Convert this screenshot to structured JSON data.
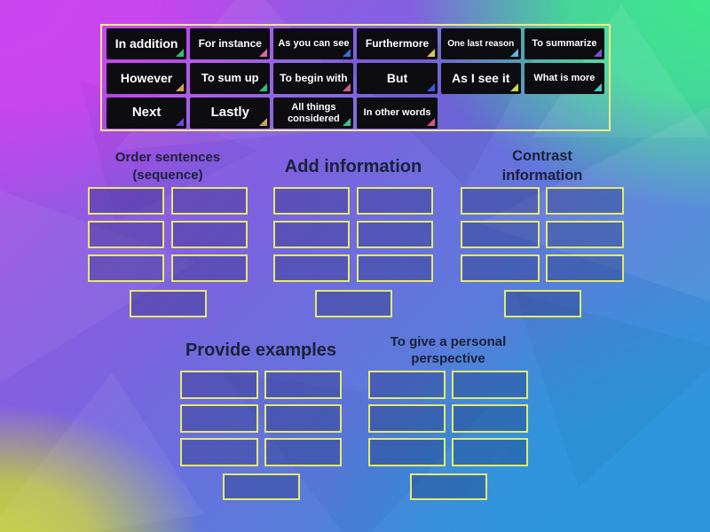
{
  "tray": {
    "tiles": [
      {
        "label": "In addition",
        "corner_color": "#2fbf71"
      },
      {
        "label": "For instance",
        "corner_color": "#e0689a"
      },
      {
        "label": "As you can see",
        "corner_color": "#3a6ede"
      },
      {
        "label": "Furthermore",
        "corner_color": "#d4c94f"
      },
      {
        "label": "One last reason",
        "corner_color": "#58b8e8"
      },
      {
        "label": "To summarize",
        "corner_color": "#7a4fd8"
      },
      {
        "label": "However",
        "corner_color": "#d0a060"
      },
      {
        "label": "To sum up",
        "corner_color": "#2fbf71"
      },
      {
        "label": "To begin with",
        "corner_color": "#d05a8a"
      },
      {
        "label": "But",
        "corner_color": "#3a5ade"
      },
      {
        "label": "As I see it",
        "corner_color": "#c6d84f"
      },
      {
        "label": "What is more",
        "corner_color": "#45c8c8"
      },
      {
        "label": "Next",
        "corner_color": "#6a4ad8"
      },
      {
        "label": "Lastly",
        "corner_color": "#d0a060"
      },
      {
        "label": "All things considered",
        "corner_color": "#3fbf8f"
      },
      {
        "label": "In other words",
        "corner_color": "#d0568a"
      }
    ]
  },
  "groups": [
    {
      "label": "Order sentences (sequence)",
      "slot_count": 7
    },
    {
      "label": "Add information",
      "slot_count": 7
    },
    {
      "label": "Contrast information",
      "slot_count": 7
    },
    {
      "label": "Provide examples",
      "slot_count": 7
    },
    {
      "label": "To give a personal perspective",
      "slot_count": 7
    }
  ],
  "colors": {
    "slot_border": "#e5e96a",
    "slot_fill": "rgba(23,32,96,0.30)",
    "tray_border": "#efe98b",
    "tile_background": "#0c0c11",
    "tile_text": "#ffffff",
    "group_label_text": "#1b2139",
    "bg_top_left": "#cb45ef",
    "bg_top_right": "#3ee88c",
    "bg_bottom_left": "#c6cf3f",
    "bg_bottom_right": "#2d96dd"
  }
}
